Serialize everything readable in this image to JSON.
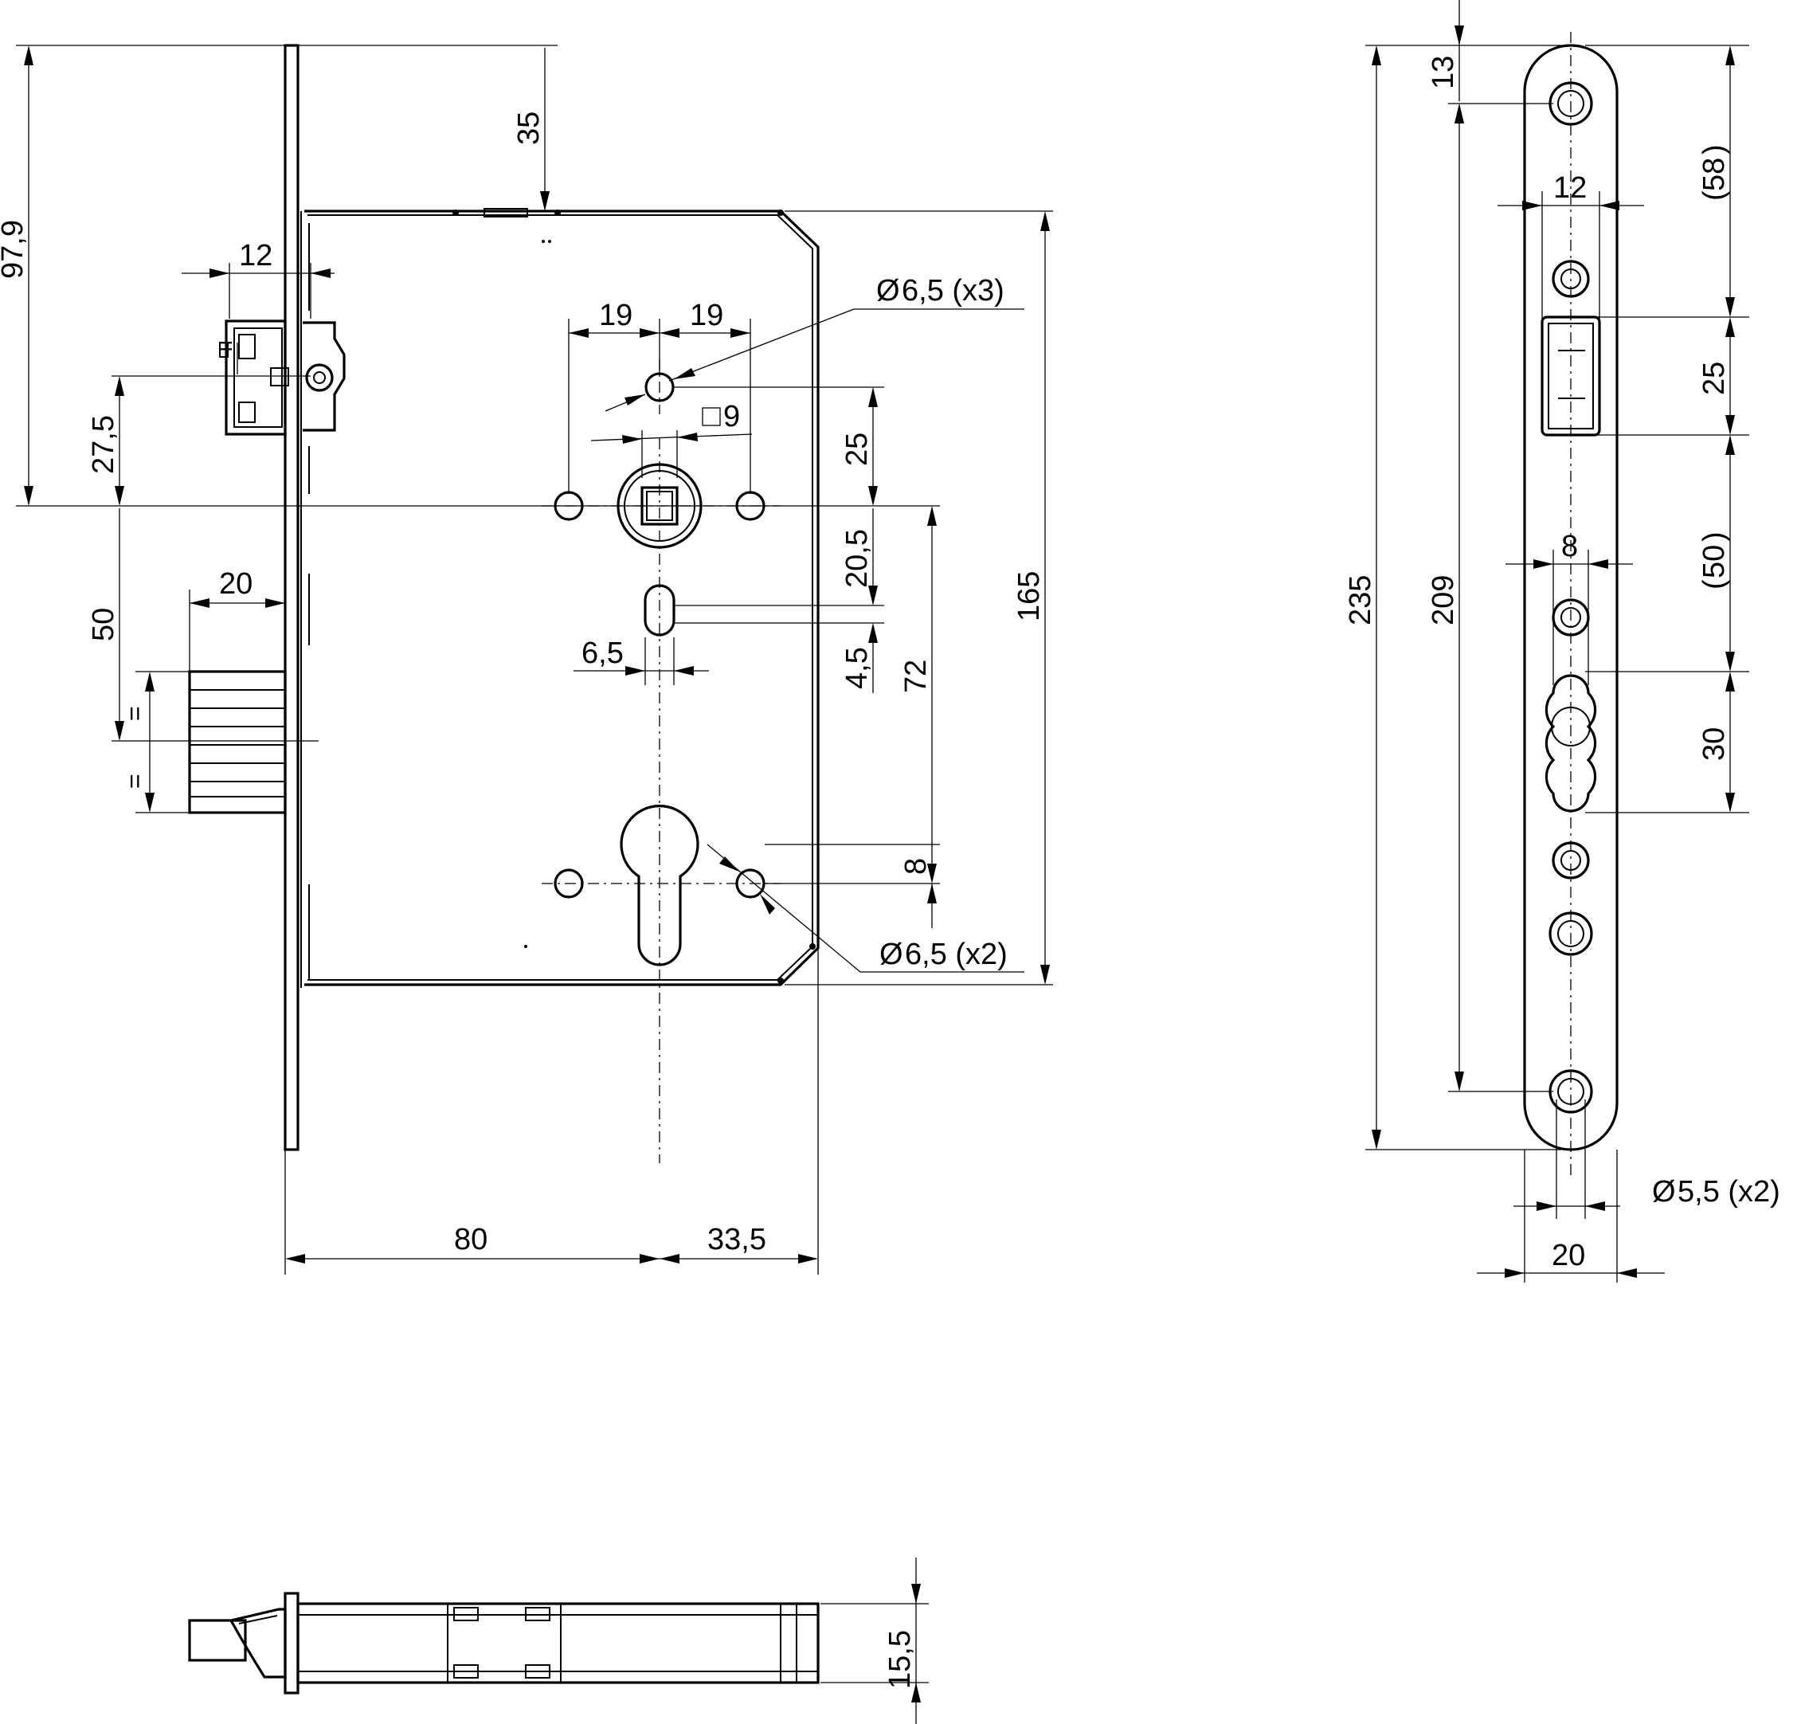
{
  "front_view": {
    "dimensions": {
      "backset_top": "97,9",
      "bolt_offset_12": "12",
      "distance_35": "35",
      "spacing_19_left": "19",
      "spacing_19_right": "19",
      "hole_spec_x3": "6,5 (x3)",
      "square_spindle": "9",
      "latch_27_5": "27,5",
      "vertical_25": "25",
      "vertical_20_5": "20,5",
      "vertical_4_5": "4,5",
      "case_height_165": "165",
      "deadbolt_width_20": "20",
      "deadbolt_50": "50",
      "slot_6_5": "6,5",
      "center_72": "72",
      "cylinder_8": "8",
      "hole_spec_x2": "6,5 (x2)",
      "backset_80": "80",
      "distance_33_5": "33,5",
      "equal_mark": "="
    }
  },
  "faceplate_view": {
    "dimensions": {
      "top_13": "13",
      "latch_12": "12",
      "range_58": "58",
      "latch_25": "25",
      "total_235": "235",
      "screw_209": "209",
      "bolt_8": "8",
      "range_50": "50",
      "cylinder_30": "30",
      "screw_spec": "5,5 (x2)",
      "width_20": "20"
    }
  },
  "side_view": {
    "dimensions": {
      "thickness_15_5": "15,5"
    }
  },
  "symbols": {
    "diameter": "Ø",
    "open_paren": "(",
    "close_paren": ")"
  }
}
